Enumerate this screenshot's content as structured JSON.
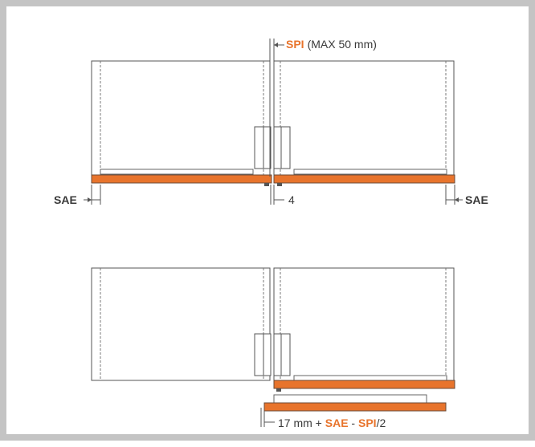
{
  "colors": {
    "accent": "#e8742c",
    "line": "#555555",
    "frame": "#c4c4c4"
  },
  "labels": {
    "spi_key": "SPI",
    "spi_limit": "(MAX 50 mm)",
    "sae_left": "SAE",
    "sae_right": "SAE",
    "gap_value": "4",
    "formula": {
      "prefix": "17 mm + ",
      "sae": "SAE",
      "minus": " - ",
      "spi": "SPI",
      "suffix": "/2"
    }
  }
}
